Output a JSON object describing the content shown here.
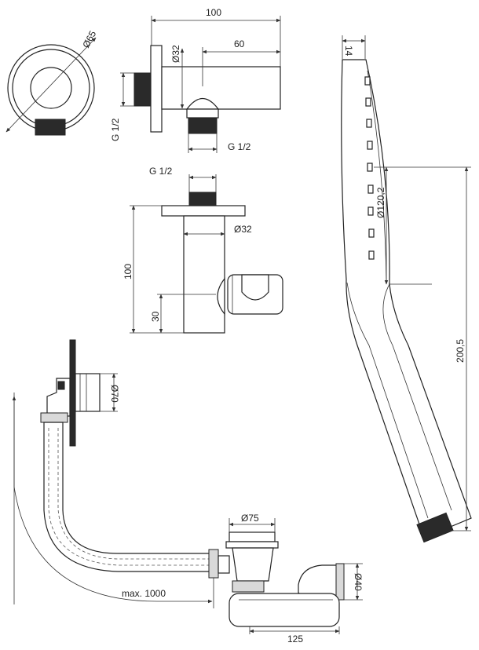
{
  "labels": {
    "overall_width": "100",
    "diam_65": "Ø65",
    "diam_32_top": "Ø32",
    "arm_60": "60",
    "g12_left": "G 1/2",
    "g12_bottom": "G 1/2",
    "g12_mid": "G 1/2",
    "diam_32_mid": "Ø32",
    "height_100": "100",
    "height_30": "30",
    "shower_14": "14",
    "diam_120_2": "Ø120,2",
    "length_200_5": "200,5",
    "diam_70": "Ø70",
    "diam_75": "Ø75",
    "diam_40": "Ø40",
    "max_1000": "max. 1000",
    "width_125": "125"
  }
}
